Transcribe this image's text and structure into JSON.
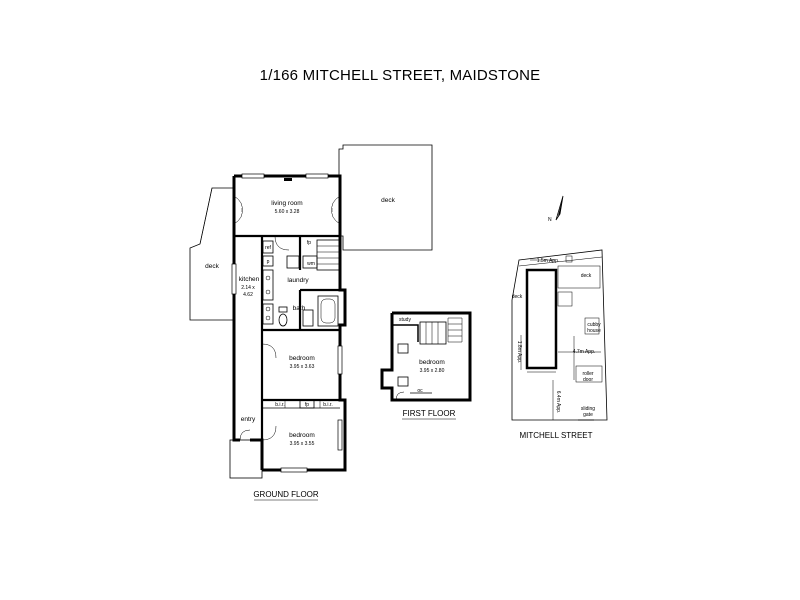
{
  "title": "1/166 MITCHELL STREET, MAIDSTONE",
  "ground_floor": {
    "label": "GROUND FLOOR",
    "rooms": {
      "living_room": {
        "name": "living room",
        "dims": "5.60 x 3.28"
      },
      "kitchen": {
        "name": "kitchen",
        "dims_a": "2.14 x",
        "dims_b": "4.62"
      },
      "laundry": {
        "name": "laundry"
      },
      "bath": {
        "name": "bath"
      },
      "bedroom1": {
        "name": "bedroom",
        "dims": "3.95 x 3.63"
      },
      "bedroom2": {
        "name": "bedroom",
        "dims": "3.95 x 3.55"
      },
      "entry": {
        "name": "entry"
      },
      "deck_left": {
        "name": "deck"
      },
      "deck_top": {
        "name": "deck"
      }
    },
    "fixtures": {
      "ref": "ref",
      "fp_top": "fp",
      "wm": "wm",
      "bir_left": "b.i.r.",
      "bir_right": "b.i.r.",
      "fp_bottom": "fp",
      "p": "p"
    }
  },
  "first_floor": {
    "label": "FIRST FLOOR",
    "rooms": {
      "study": {
        "name": "study"
      },
      "bedroom": {
        "name": "bedroom",
        "dims": "3.95 x 2.80"
      }
    },
    "fixtures": {
      "oc": "oc"
    }
  },
  "site": {
    "street": "MITCHELL STREET",
    "labels": {
      "deck_right": "deck",
      "deck_left": "deck",
      "cubby_house_a": "cubby",
      "cubby_house_b": "house",
      "roller_door_a": "roller",
      "roller_door_b": "door",
      "sliding_gate_a": "sliding",
      "sliding_gate_b": "gate"
    },
    "dimensions": {
      "top": "1.5m App.",
      "left": "1.8m App.",
      "right": "4.7m App.",
      "bottom": "6.4m App."
    }
  },
  "north_label": "N"
}
